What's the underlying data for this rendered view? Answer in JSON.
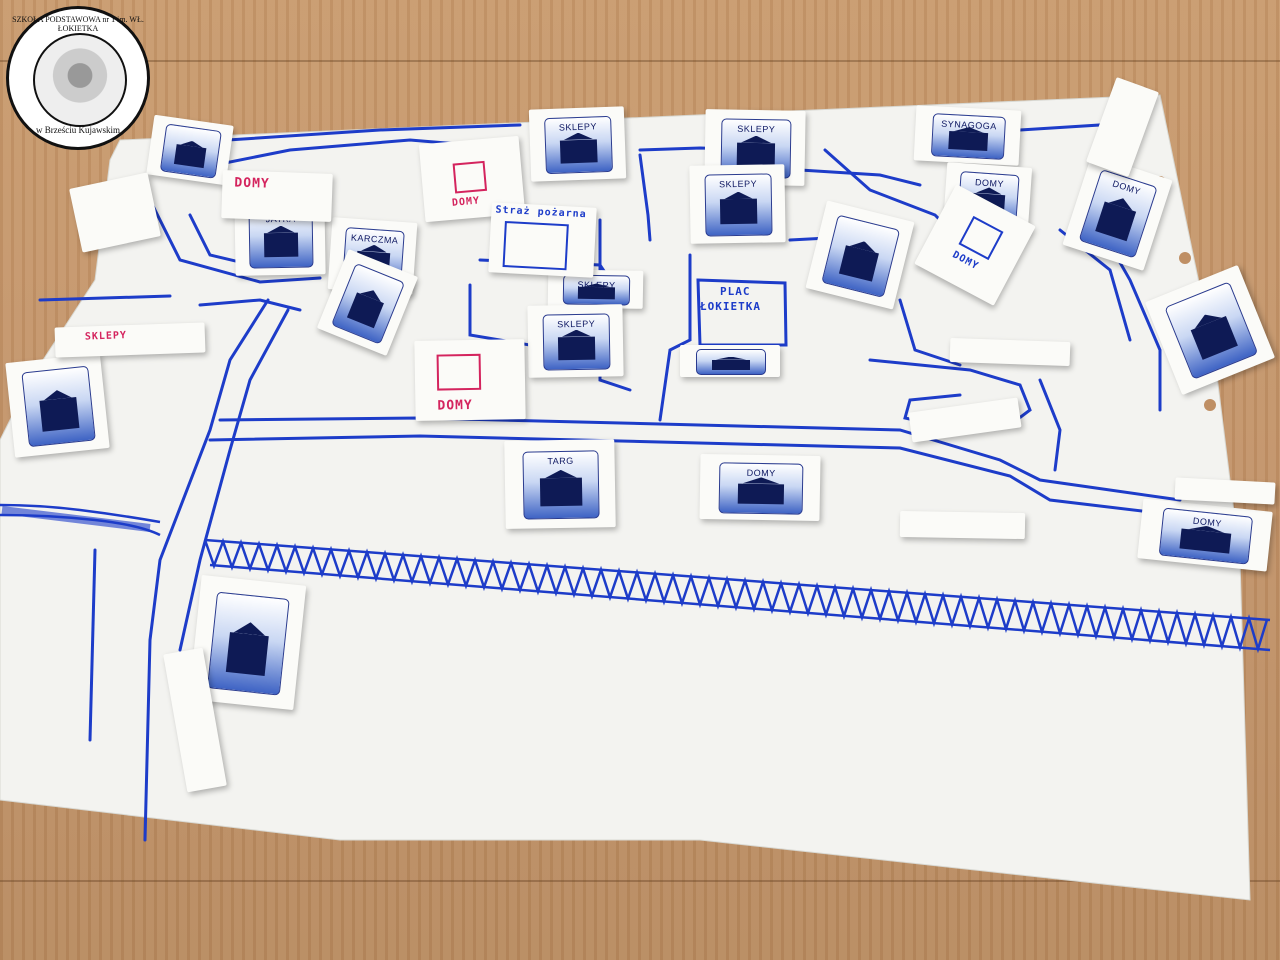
{
  "logo": {
    "text_top": "SZKOŁA PODSTAWOWA nr 1 im. WŁ. ŁOKIETKA",
    "text_bottom": "w Brześciu Kujawskim"
  },
  "cards": {
    "sklepy_1": "SKLEPY",
    "sklepy_2": "SKLEPY",
    "sklepy_3": "SKLEPY",
    "sklepy_4": "SKLEPY",
    "sklepy_5": "SKLEPY",
    "targ": "TARG",
    "domy_tile_1": "DOMY",
    "domy_tile_2": "DOMY",
    "domy_tile_3": "DOMY",
    "domy_tile_4": "DOMY",
    "jatka": "JATKA",
    "karczma": "KARCZMA",
    "synagoga": "SYNAGOGA"
  },
  "handwritten": {
    "domy_1": "DOMY",
    "domy_2": "DOMY",
    "domy_3": "DOMY",
    "domy_4": "DOMY",
    "straz": "Straż pożarna",
    "plac": "PLAC",
    "lokietka": "ŁOKIETKA",
    "sklepy_red": "SKLEPY"
  },
  "colors": {
    "marker_blue": "#1d3cc9",
    "marker_pink": "#d4245e",
    "paper": "#f4f4f1",
    "wood": "#c59769"
  }
}
